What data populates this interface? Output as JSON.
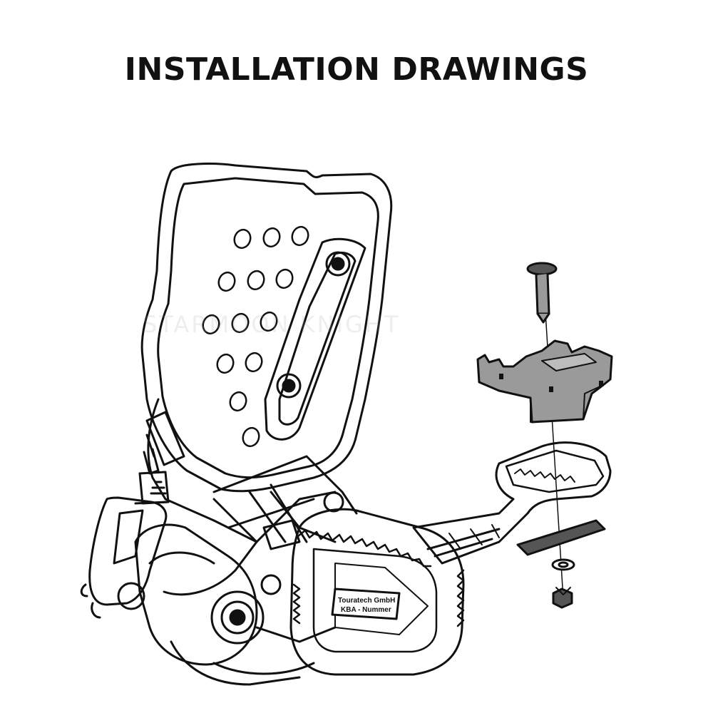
{
  "header": {
    "title": "INSTALLATION DRAWINGS"
  },
  "watermark": {
    "text": "STARMOON KNIGHT"
  },
  "footpeg_plate": {
    "line1": "Touratech GmbH",
    "line2": "KBA - Nummer"
  },
  "colors": {
    "line": "#111111",
    "background": "#ffffff",
    "metal_fill": "#9a9a9a",
    "dark_part": "#555555"
  }
}
